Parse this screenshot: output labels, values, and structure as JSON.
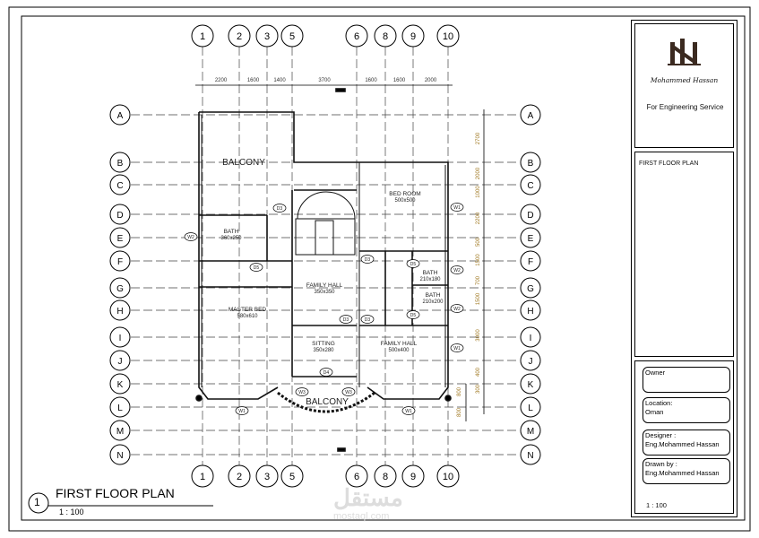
{
  "drawing": {
    "grid_columns": [
      "1",
      "2",
      "3",
      "5",
      "6",
      "8",
      "9",
      "10"
    ],
    "grid_rows": [
      "A",
      "B",
      "C",
      "D",
      "E",
      "F",
      "G",
      "H",
      "I",
      "J",
      "K",
      "L",
      "M",
      "N"
    ],
    "top_dimensions": [
      "2200",
      "1600",
      "1400",
      "3700",
      "1600",
      "1600",
      "2000"
    ],
    "right_dimensions": [
      "2700",
      "2000",
      "1000",
      "2200",
      "500",
      "1500",
      "700",
      "1500",
      "3000",
      "400",
      "300"
    ],
    "right_inner_dimensions": [
      "800",
      "800"
    ],
    "rooms": [
      {
        "name": "BALCONY",
        "size": ""
      },
      {
        "name": "BED ROOM",
        "size": "500x500"
      },
      {
        "name": "BATH",
        "size": "360x250"
      },
      {
        "name": "FAMILY HALL",
        "size": "350x350"
      },
      {
        "name": "BATH",
        "size": "210x180"
      },
      {
        "name": "BATH",
        "size": "210x200"
      },
      {
        "name": "MASTER BED",
        "size": "580x610"
      },
      {
        "name": "SITTING",
        "size": "350x280"
      },
      {
        "name": "FAMILY HALL",
        "size": "500x400"
      },
      {
        "name": "BALCONY",
        "size": ""
      }
    ],
    "tags": [
      "D3",
      "W2",
      "D5",
      "D3",
      "D5",
      "W2",
      "W2",
      "D5",
      "D3",
      "D3",
      "W1",
      "W1",
      "D4",
      "W3",
      "W3",
      "W1",
      "W1"
    ]
  },
  "sheet_title": {
    "number": "1",
    "title": "FIRST FLOOR PLAN",
    "scale": "1 : 100"
  },
  "title_block": {
    "logo_text": "Mohammed Hassan",
    "company": "For Engineering Service",
    "drawing_name": "FIRST FLOOR PLAN",
    "owner_label": "Owner",
    "location_label": "Location:",
    "location_value": "Oman",
    "designer_label": "Designer :",
    "designer_value": "Eng.Mohammed Hassan",
    "drawn_label": "Drawn by :",
    "drawn_value": "Eng.Mohammed Hassan",
    "scale": "1 : 100"
  },
  "watermark": {
    "arabic": "مستقل",
    "latin": "mostaql.com"
  }
}
